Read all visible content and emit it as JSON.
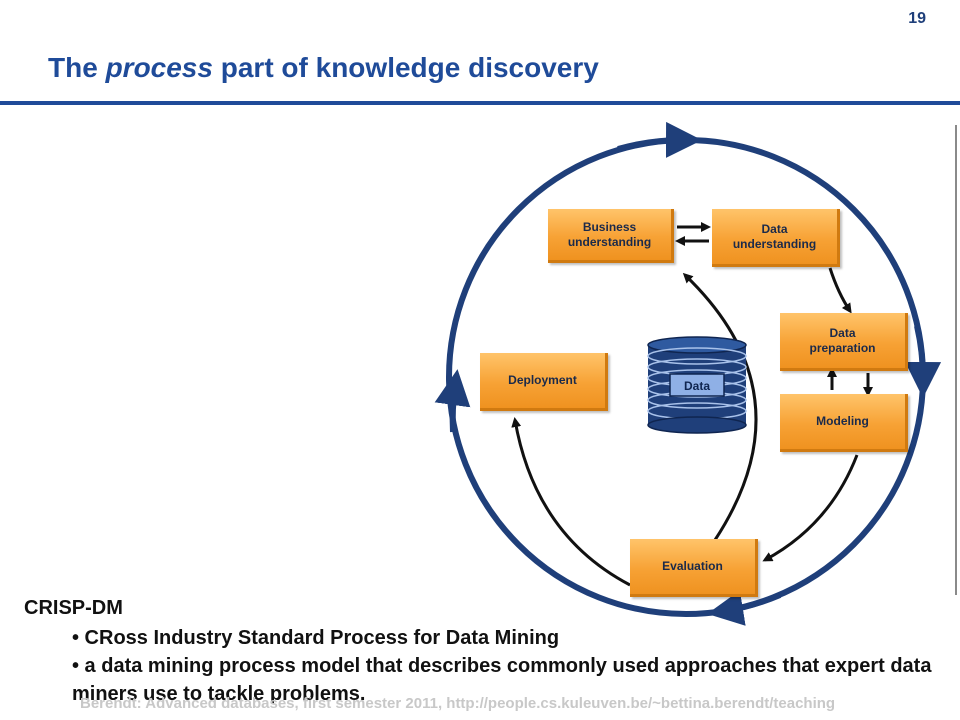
{
  "page_number": "19",
  "title": {
    "word_pre": "The ",
    "word_emph": "process",
    "word_post": " part of knowledge discovery"
  },
  "diagram": {
    "central_label": "Data",
    "stages": [
      {
        "id": "business",
        "label": "Business\nunderstanding"
      },
      {
        "id": "data_understanding",
        "label": "Data\nunderstanding"
      },
      {
        "id": "data_preparation",
        "label": "Data\npreparation"
      },
      {
        "id": "modeling",
        "label": "Modeling"
      },
      {
        "id": "evaluation",
        "label": "Evaluation"
      },
      {
        "id": "deployment",
        "label": "Deployment"
      }
    ],
    "colors": {
      "outer_cycle": "#1f3f7a",
      "stage_fill": "#f7a235",
      "inner_arrows": "#111111",
      "database": "#1f3f7a"
    }
  },
  "text": {
    "heading": "CRISP-DM",
    "bullets": [
      "• CRoss Industry Standard Process for Data Mining",
      "• a data mining process model that describes commonly used approaches that expert data miners use to tackle problems."
    ]
  },
  "footer": "Berendt: Advanced databases, first semester 2011, http://people.cs.kuleuven.be/~bettina.berendt/teaching"
}
